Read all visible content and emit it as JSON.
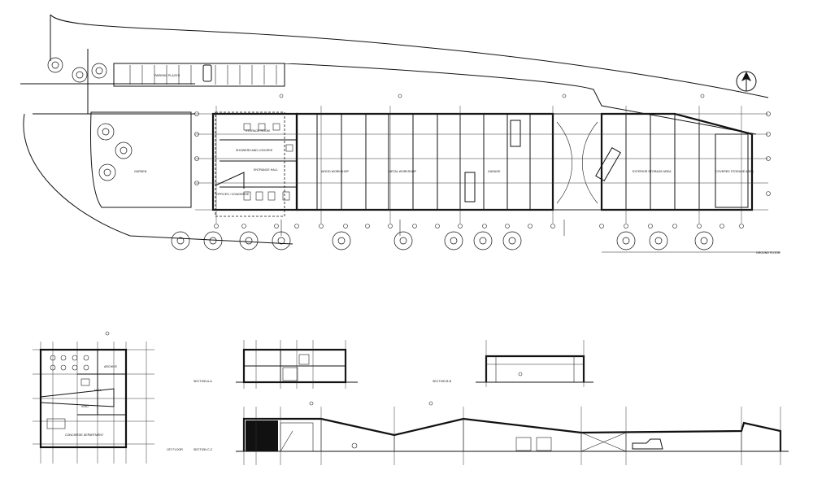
{
  "ground_floor": {
    "caption": "GROUND FLOOR",
    "rooms": {
      "parking": "PARKING PLACES",
      "garden": "GARDEN",
      "storage": "STORAGE ROOM",
      "showers": "SHOWERS AND LOCKERS",
      "entrance": "ENTRANCE HALL",
      "offices": "OFFICES / CONCIERGE",
      "wood_workshop": "WOOD WORKSHOP",
      "metal_workshop": "METAL WORKSHOP",
      "garage": "GARAGE",
      "exterior_storage": "EXTERIOR STORAGE AREA",
      "covered_storage": "COVERED STORAGE AREA"
    }
  },
  "first_floor": {
    "caption": "1ST FLOOR",
    "rooms": {
      "archive": "ARCHIVE",
      "hall": "HALL",
      "void": "VOID",
      "department": "CONCIERGE DEPARTMENT"
    }
  },
  "sections": {
    "aa": "SECTION A-A",
    "bb": "SECTION B-B",
    "cc": "SECTION C-C"
  }
}
